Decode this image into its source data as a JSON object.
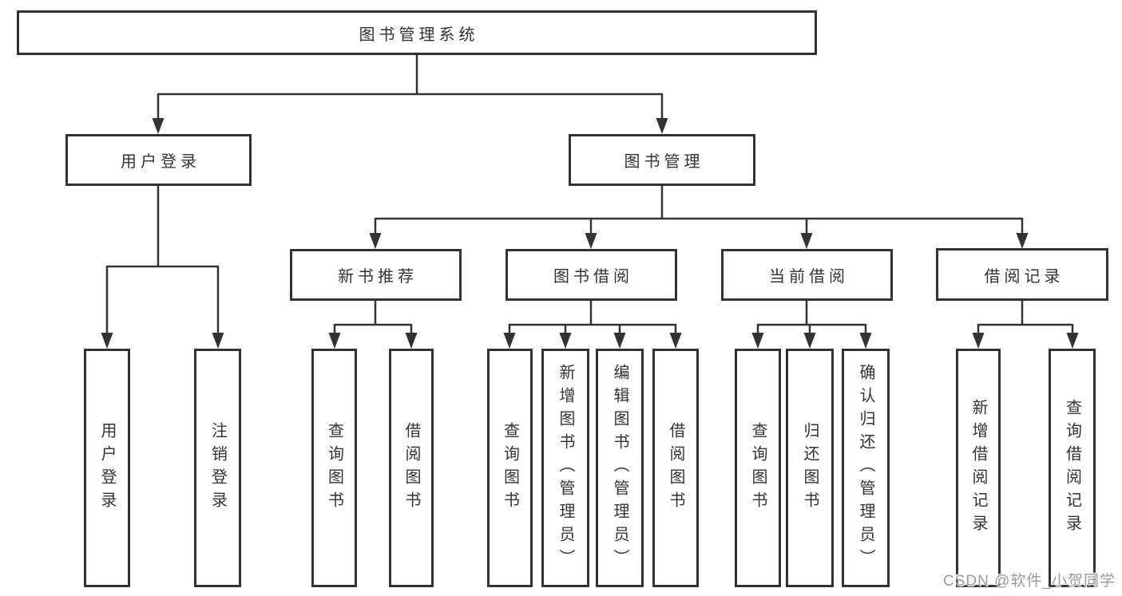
{
  "page": {
    "background": "#ffffff"
  },
  "colors": {
    "box_border": "#333333",
    "line": "#333333",
    "text": "#333333",
    "watermark": "#9b9b9b"
  },
  "watermark": {
    "text": "CSDN @软件_小贺同学"
  },
  "diagram": {
    "type": "hierarchy-flowchart",
    "title": "图书管理系统",
    "nodes": {
      "root": {
        "label": "图书管理系统",
        "level": 1
      },
      "user_login": {
        "label": "用户登录",
        "level": 2,
        "parent": "root"
      },
      "book_mgmt": {
        "label": "图书管理",
        "level": 2,
        "parent": "root"
      },
      "new_book_rec": {
        "label": "新书推荐",
        "level": 3,
        "parent": "book_mgmt"
      },
      "book_borrow": {
        "label": "图书借阅",
        "level": 3,
        "parent": "book_mgmt"
      },
      "current_borrow": {
        "label": "当前借阅",
        "level": 3,
        "parent": "book_mgmt"
      },
      "borrow_records": {
        "label": "借阅记录",
        "level": 3,
        "parent": "book_mgmt"
      },
      "leaf_user_login": {
        "label": "用户登录",
        "level": 4,
        "parent": "user_login"
      },
      "leaf_logout": {
        "label": "注销登录",
        "level": 4,
        "parent": "user_login"
      },
      "leaf_query_book_rec": {
        "label": "查询图书",
        "level": 4,
        "parent": "new_book_rec"
      },
      "leaf_borrow_book_rec": {
        "label": "借阅图书",
        "level": 4,
        "parent": "new_book_rec"
      },
      "leaf_query_book_borrow": {
        "label": "查询图书",
        "level": 4,
        "parent": "book_borrow"
      },
      "leaf_add_book": {
        "label": "新增图书（管理员）",
        "level": 4,
        "parent": "book_borrow"
      },
      "leaf_edit_book": {
        "label": "编辑图书（管理员）",
        "level": 4,
        "parent": "book_borrow"
      },
      "leaf_borrow_book_borrow": {
        "label": "借阅图书",
        "level": 4,
        "parent": "book_borrow"
      },
      "leaf_query_book_current": {
        "label": "查询图书",
        "level": 4,
        "parent": "current_borrow"
      },
      "leaf_return_book": {
        "label": "归还图书",
        "level": 4,
        "parent": "current_borrow"
      },
      "leaf_confirm_return": {
        "label": "确认归还（管理员）",
        "level": 4,
        "parent": "current_borrow"
      },
      "leaf_add_record": {
        "label": "新增借阅记录",
        "level": 4,
        "parent": "borrow_records"
      },
      "leaf_query_record": {
        "label": "查询借阅记录",
        "level": 4,
        "parent": "borrow_records"
      }
    }
  }
}
